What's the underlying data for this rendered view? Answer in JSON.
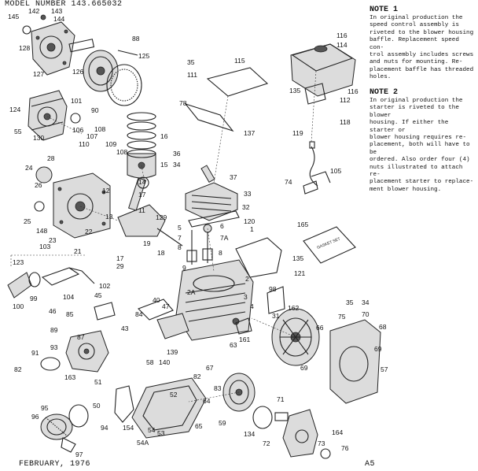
{
  "header": {
    "model_number": "MODEL NUMBER  143.665032"
  },
  "notes": [
    {
      "title": "NOTE 1",
      "body": "In original production the\nspeed control assembly is\nriveted to the blower housing\nbaffle. Replacement speed con-\ntrol assembly includes screws\nand nuts for mounting. Re-\nplacement baffle has threaded\nholes."
    },
    {
      "title": "NOTE 2",
      "body": "In original production the\nstarter is riveted to the blower\nhousing. If either the starter or\nblower housing requires re-\nplacement, both will have to be\nordered. Also order four (4)\nnuts illustrated to attach re-\nplacement starter to replace-\nment blower housing."
    }
  ],
  "gasket_set_label": "GASKET SET",
  "footer": {
    "date": "FEBRUARY, 1976",
    "page": "A5"
  },
  "part_labels": [
    {
      "id": "p142",
      "text": "142"
    },
    {
      "id": "p143",
      "text": "143"
    },
    {
      "id": "p144",
      "text": "144"
    },
    {
      "id": "p145",
      "text": "145"
    },
    {
      "id": "p128",
      "text": "128"
    },
    {
      "id": "p88",
      "text": "88"
    },
    {
      "id": "p125",
      "text": "125"
    },
    {
      "id": "p127",
      "text": "127"
    },
    {
      "id": "p126",
      "text": "126"
    },
    {
      "id": "p124",
      "text": "124"
    },
    {
      "id": "p101",
      "text": "101"
    },
    {
      "id": "p90",
      "text": "90"
    },
    {
      "id": "p55",
      "text": "55"
    },
    {
      "id": "p130",
      "text": "130"
    },
    {
      "id": "p106",
      "text": "106"
    },
    {
      "id": "p107",
      "text": "107"
    },
    {
      "id": "p108a",
      "text": "108"
    },
    {
      "id": "p109",
      "text": "109"
    },
    {
      "id": "p108b",
      "text": "108"
    },
    {
      "id": "p110",
      "text": "110"
    },
    {
      "id": "p16",
      "text": "16"
    },
    {
      "id": "p15",
      "text": "15"
    },
    {
      "id": "p14",
      "text": "14"
    },
    {
      "id": "p24",
      "text": "24"
    },
    {
      "id": "p28",
      "text": "28"
    },
    {
      "id": "p12",
      "text": "12"
    },
    {
      "id": "p17",
      "text": "17"
    },
    {
      "id": "p11",
      "text": "11"
    },
    {
      "id": "p129",
      "text": "129"
    },
    {
      "id": "p13",
      "text": "13"
    },
    {
      "id": "p26",
      "text": "26"
    },
    {
      "id": "p25",
      "text": "25"
    },
    {
      "id": "p148",
      "text": "148"
    },
    {
      "id": "p23",
      "text": "23"
    },
    {
      "id": "p22",
      "text": "22"
    },
    {
      "id": "p21",
      "text": "21"
    },
    {
      "id": "p103",
      "text": "103"
    },
    {
      "id": "p123",
      "text": "123"
    },
    {
      "id": "p99",
      "text": "99"
    },
    {
      "id": "p100",
      "text": "100"
    },
    {
      "id": "p102",
      "text": "102"
    },
    {
      "id": "p104",
      "text": "104"
    },
    {
      "id": "p45",
      "text": "45"
    },
    {
      "id": "p46",
      "text": "46"
    },
    {
      "id": "p85",
      "text": "85"
    },
    {
      "id": "p89",
      "text": "89"
    },
    {
      "id": "p93",
      "text": "93"
    },
    {
      "id": "p87",
      "text": "87"
    },
    {
      "id": "p91",
      "text": "91"
    },
    {
      "id": "p82",
      "text": "82"
    },
    {
      "id": "p163",
      "text": "163"
    },
    {
      "id": "p51",
      "text": "51"
    },
    {
      "id": "p50",
      "text": "50"
    },
    {
      "id": "p95",
      "text": "95"
    },
    {
      "id": "p96",
      "text": "96"
    },
    {
      "id": "p94",
      "text": "94"
    },
    {
      "id": "p97",
      "text": "97"
    },
    {
      "id": "p35a",
      "text": "35"
    },
    {
      "id": "p115",
      "text": "115"
    },
    {
      "id": "p111",
      "text": "111"
    },
    {
      "id": "p78",
      "text": "78"
    },
    {
      "id": "p137",
      "text": "137"
    },
    {
      "id": "p36",
      "text": "36"
    },
    {
      "id": "p34a",
      "text": "34"
    },
    {
      "id": "p37",
      "text": "37"
    },
    {
      "id": "p33",
      "text": "33"
    },
    {
      "id": "p32",
      "text": "32"
    },
    {
      "id": "p5",
      "text": "5"
    },
    {
      "id": "p6",
      "text": "6"
    },
    {
      "id": "p7",
      "text": "7"
    },
    {
      "id": "p7a",
      "text": "7A"
    },
    {
      "id": "p8a",
      "text": "8"
    },
    {
      "id": "p8b",
      "text": "8"
    },
    {
      "id": "p9",
      "text": "9"
    },
    {
      "id": "p120",
      "text": "120"
    },
    {
      "id": "p1",
      "text": "1"
    },
    {
      "id": "p165",
      "text": "165"
    },
    {
      "id": "p135a",
      "text": "135"
    },
    {
      "id": "p121",
      "text": "121"
    },
    {
      "id": "p19",
      "text": "19"
    },
    {
      "id": "p18",
      "text": "18"
    },
    {
      "id": "p17b",
      "text": "17"
    },
    {
      "id": "p29",
      "text": "29"
    },
    {
      "id": "p2",
      "text": "2"
    },
    {
      "id": "p98",
      "text": "98"
    },
    {
      "id": "p2a",
      "text": "2A"
    },
    {
      "id": "p3",
      "text": "3"
    },
    {
      "id": "p40",
      "text": "40"
    },
    {
      "id": "p84",
      "text": "84"
    },
    {
      "id": "p43",
      "text": "43"
    },
    {
      "id": "p4",
      "text": "4"
    },
    {
      "id": "p47",
      "text": "47"
    },
    {
      "id": "p31",
      "text": "31"
    },
    {
      "id": "p162",
      "text": "162"
    },
    {
      "id": "p161",
      "text": "161"
    },
    {
      "id": "p63",
      "text": "63"
    },
    {
      "id": "p139",
      "text": "139"
    },
    {
      "id": "p58",
      "text": "58"
    },
    {
      "id": "p140",
      "text": "140"
    },
    {
      "id": "p67",
      "text": "67"
    },
    {
      "id": "p82b",
      "text": "82"
    },
    {
      "id": "p83",
      "text": "83"
    },
    {
      "id": "p52",
      "text": "52"
    },
    {
      "id": "p64",
      "text": "64"
    },
    {
      "id": "p154",
      "text": "154"
    },
    {
      "id": "p54",
      "text": "54"
    },
    {
      "id": "p53",
      "text": "53"
    },
    {
      "id": "p54a",
      "text": "54A"
    },
    {
      "id": "p65",
      "text": "65"
    },
    {
      "id": "p59",
      "text": "59"
    },
    {
      "id": "p134",
      "text": "134"
    },
    {
      "id": "p71",
      "text": "71"
    },
    {
      "id": "p72",
      "text": "72"
    },
    {
      "id": "p164",
      "text": "164"
    },
    {
      "id": "p73",
      "text": "73"
    },
    {
      "id": "p76",
      "text": "76"
    },
    {
      "id": "p114",
      "text": "114"
    },
    {
      "id": "p116a",
      "text": "116"
    },
    {
      "id": "p112",
      "text": "112"
    },
    {
      "id": "p135b",
      "text": "135"
    },
    {
      "id": "p116b",
      "text": "116"
    },
    {
      "id": "p118",
      "text": "118"
    },
    {
      "id": "p119",
      "text": "119"
    },
    {
      "id": "p105",
      "text": "105"
    },
    {
      "id": "p74",
      "text": "74"
    },
    {
      "id": "p35b",
      "text": "35"
    },
    {
      "id": "p34b",
      "text": "34"
    },
    {
      "id": "p75",
      "text": "75"
    },
    {
      "id": "p70",
      "text": "70"
    },
    {
      "id": "p66",
      "text": "66"
    },
    {
      "id": "p68",
      "text": "68"
    },
    {
      "id": "p69a",
      "text": "69"
    },
    {
      "id": "p57",
      "text": "57"
    },
    {
      "id": "p69b",
      "text": "69"
    }
  ]
}
